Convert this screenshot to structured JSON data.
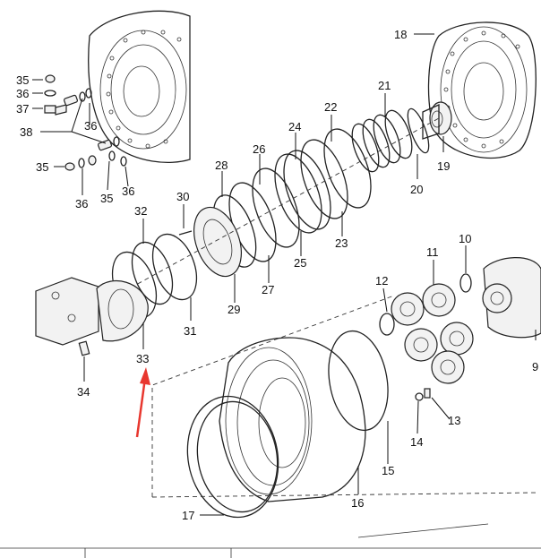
{
  "diagram": {
    "callouts": [
      {
        "id": "c35a",
        "text": "35"
      },
      {
        "id": "c36a",
        "text": "36"
      },
      {
        "id": "c37",
        "text": "37"
      },
      {
        "id": "c38",
        "text": "38"
      },
      {
        "id": "c36b",
        "text": "36"
      },
      {
        "id": "c35b",
        "text": "35"
      },
      {
        "id": "c36c",
        "text": "36"
      },
      {
        "id": "c35c",
        "text": "35"
      },
      {
        "id": "c36d",
        "text": "36"
      },
      {
        "id": "c18",
        "text": "18"
      },
      {
        "id": "c21",
        "text": "21"
      },
      {
        "id": "c22",
        "text": "22"
      },
      {
        "id": "c24",
        "text": "24"
      },
      {
        "id": "c26",
        "text": "26"
      },
      {
        "id": "c28",
        "text": "28"
      },
      {
        "id": "c19",
        "text": "19"
      },
      {
        "id": "c20",
        "text": "20"
      },
      {
        "id": "c23",
        "text": "23"
      },
      {
        "id": "c25",
        "text": "25"
      },
      {
        "id": "c27",
        "text": "27"
      },
      {
        "id": "c29",
        "text": "29"
      },
      {
        "id": "c30",
        "text": "30"
      },
      {
        "id": "c32",
        "text": "32"
      },
      {
        "id": "c31",
        "text": "31"
      },
      {
        "id": "c33",
        "text": "33"
      },
      {
        "id": "c34",
        "text": "34"
      },
      {
        "id": "c11",
        "text": "11"
      },
      {
        "id": "c10",
        "text": "10"
      },
      {
        "id": "c12",
        "text": "12"
      },
      {
        "id": "c9",
        "text": "9"
      },
      {
        "id": "c13",
        "text": "13"
      },
      {
        "id": "c14",
        "text": "14"
      },
      {
        "id": "c15",
        "text": "15"
      },
      {
        "id": "c16",
        "text": "16"
      },
      {
        "id": "c17",
        "text": "17"
      }
    ],
    "highlight_color": "#e8372f",
    "line_color": "#222222"
  }
}
